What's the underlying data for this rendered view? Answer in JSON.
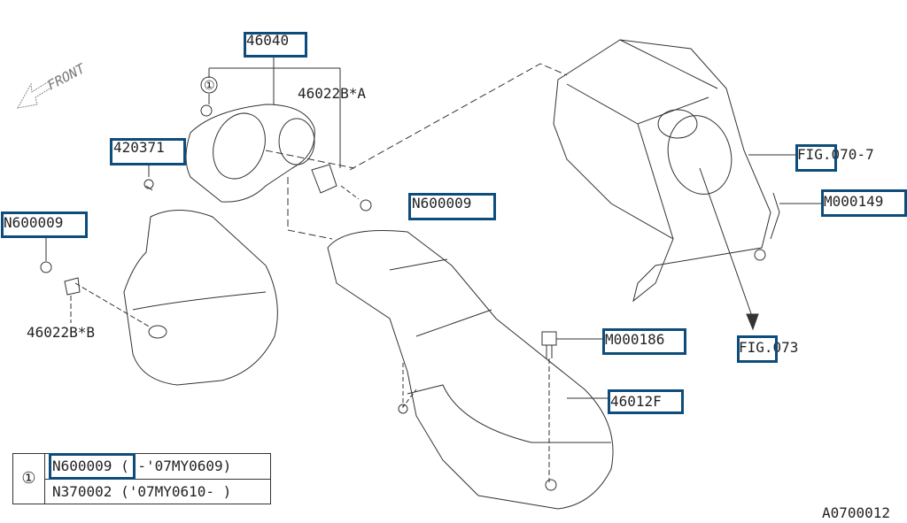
{
  "diagram": {
    "front_label": "FRONT",
    "ref_code": "A0700012",
    "callouts": {
      "p46040": "46040",
      "p46022b_a": "46022B*A",
      "p420371": "420371",
      "n600009_left": "N600009",
      "p46022b_b": "46022B*B",
      "n600009_mid": "N600009",
      "fig070_7": "FIG.070-7",
      "m000149": "M000149",
      "m000186": "M000186",
      "fig073": "FIG.073",
      "p46012f": "46012F",
      "circle_ref": "①"
    },
    "legend_table": {
      "ref": "①",
      "rows": [
        {
          "part": "N600009",
          "range": "( -'07MY0609)"
        },
        {
          "part": "N370002",
          "range": "('07MY0610- )"
        }
      ]
    },
    "highlight_color": "#0e4c7c"
  }
}
